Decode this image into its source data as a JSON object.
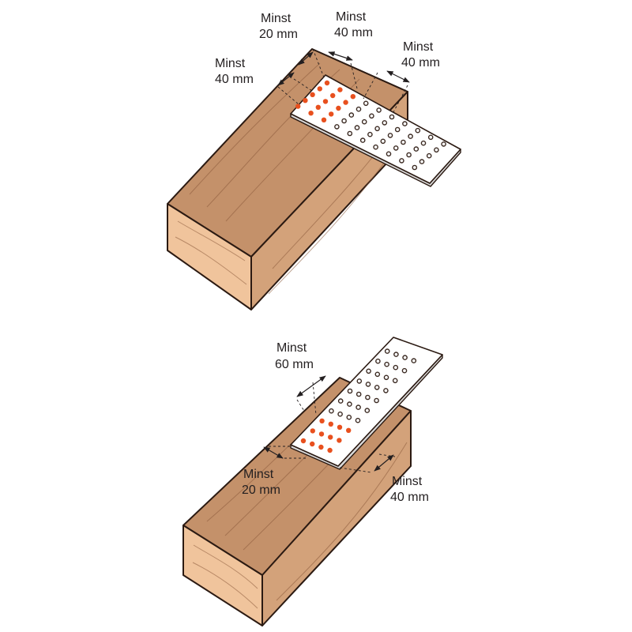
{
  "colors": {
    "nail_hole": "#e8501e",
    "wood": "#c4916a",
    "plate": "#ffffff"
  },
  "top_figure": {
    "labels": [
      {
        "line1": "Minst",
        "line2": "40 mm"
      },
      {
        "line1": "Minst",
        "line2": "20 mm"
      },
      {
        "line1": "Minst",
        "line2": "40 mm"
      },
      {
        "line1": "Minst",
        "line2": "40 mm"
      }
    ]
  },
  "bottom_figure": {
    "labels": [
      {
        "line1": "Minst",
        "line2": "60 mm"
      },
      {
        "line1": "Minst",
        "line2": "20 mm"
      },
      {
        "line1": "Minst",
        "line2": "40 mm"
      }
    ]
  }
}
